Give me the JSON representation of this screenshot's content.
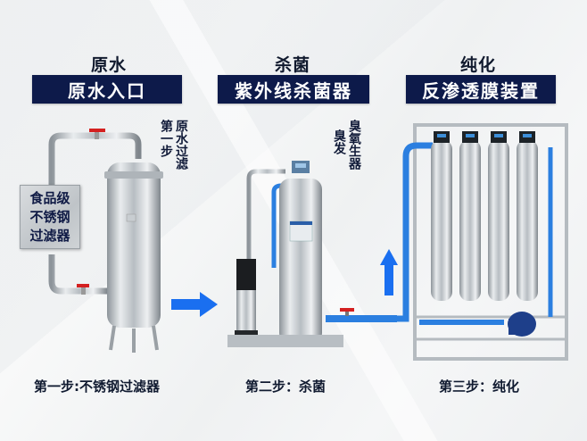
{
  "stages": [
    {
      "title": "原水",
      "box_label": "原水入口",
      "side_label_col1": "第一步",
      "side_label_col2": "原水过滤",
      "sign_lines": [
        "食品级",
        "不锈钢",
        "过滤器"
      ],
      "step_label": "第一步:不锈钢过滤器",
      "equipment": "stainless-steel-filter"
    },
    {
      "title": "杀菌",
      "box_label": "紫外线杀菌器",
      "side_label_col1": "臭发",
      "side_label_col2": "臭氧生器",
      "step_label": "第二步：杀菌",
      "equipment": "uv-sterilizer-with-pump"
    },
    {
      "title": "纯化",
      "box_label": "反渗透膜装置",
      "step_label": "第三步：纯化",
      "equipment": "reverse-osmosis-unit",
      "membrane_count": 4
    }
  ],
  "arrows": [
    {
      "direction": "right",
      "color": "#1a6ff0"
    },
    {
      "direction": "up",
      "color": "#1a6ff0"
    }
  ],
  "colors": {
    "header_box_bg": "#0d1a4a",
    "header_box_text": "#ffffff",
    "title_text": "#111a2e",
    "pipe_blue": "#2b7fe0",
    "valve_red": "#d42020",
    "steel": "#c9ced3"
  }
}
